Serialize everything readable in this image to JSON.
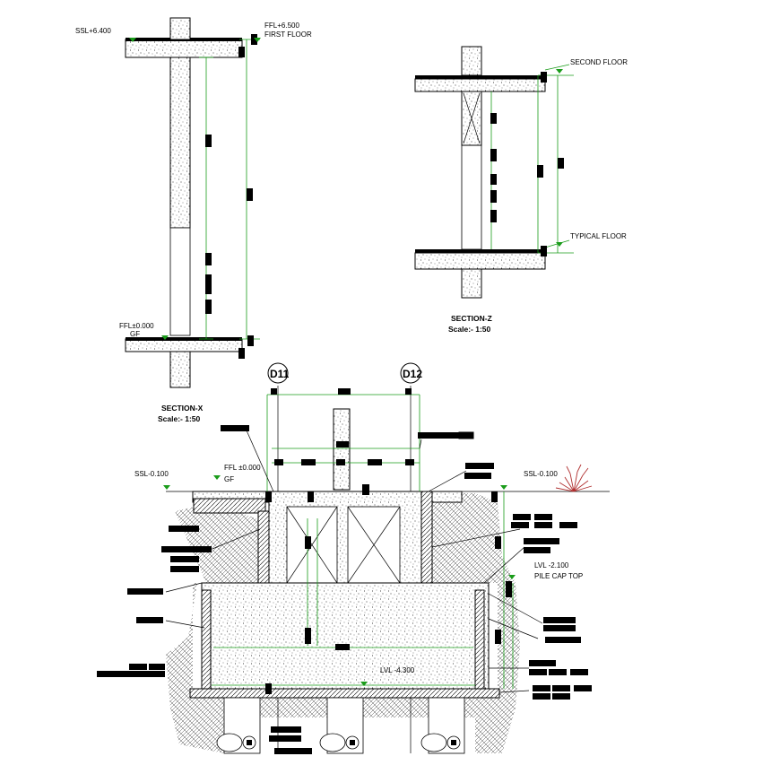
{
  "labels": {
    "ssl_top": "SSL+6.400",
    "ffl_first": "FFL+6.500",
    "first_floor": "FIRST FLOOR",
    "ffl_gf": "FFL±0.000",
    "gf": "GF",
    "second_floor": "SECOND FLOOR",
    "typical_floor": "TYPICAL FLOOR",
    "section_z_title": "SECTION-Z",
    "section_z_scale": "Scale:- 1:50",
    "section_x_title": "SECTION-X",
    "section_x_scale": "Scale:- 1:50",
    "grid_d11": "D11",
    "grid_d12": "D12",
    "ffl_bottom": "FFL ±0.000",
    "gf_bottom": "GF",
    "ssl_left": "SSL-0.100",
    "ssl_right": "SSL-0.100",
    "lvl_pilecap": "LVL -2.100",
    "pile_cap_top": "PILE CAP TOP",
    "lvl_bottom": "LVL -4.300"
  },
  "colors": {
    "dimension": "#1a9c1a",
    "line": "#000000",
    "background": "#ffffff"
  }
}
